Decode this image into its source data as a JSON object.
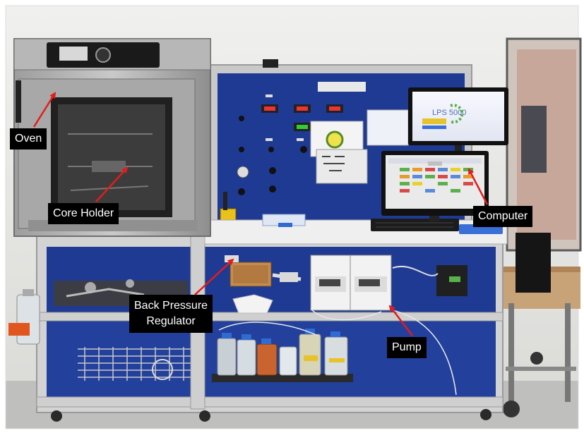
{
  "labels": {
    "oven": "Oven",
    "core_holder": "Core Holder",
    "back_pressure_regulator_line1": "Back Pressure",
    "back_pressure_regulator_line2": "Regulator",
    "computer": "Computer",
    "pump": "Pump"
  },
  "monitor_text": "LPS 5000",
  "colors": {
    "arrow": "#e31c1c",
    "panel_blue": "#1f3a93",
    "label_bg": "#000000",
    "label_text": "#ffffff"
  }
}
